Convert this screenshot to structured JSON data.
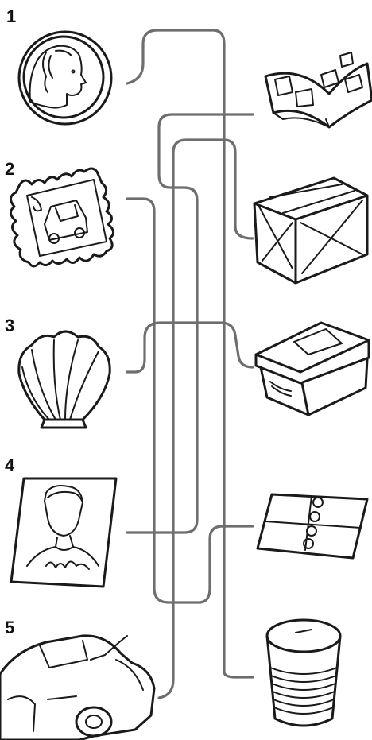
{
  "left_items": [
    {
      "number": "1",
      "icon": "coin-icon"
    },
    {
      "number": "2",
      "icon": "stamp-icon"
    },
    {
      "number": "3",
      "icon": "seashell-icon"
    },
    {
      "number": "4",
      "icon": "signed-photo-icon"
    },
    {
      "number": "5",
      "icon": "toy-car-icon"
    }
  ],
  "right_items": [
    {
      "icon": "photo-album-icon"
    },
    {
      "icon": "wooden-crate-icon"
    },
    {
      "icon": "storage-box-icon"
    },
    {
      "icon": "binder-folder-icon"
    },
    {
      "icon": "tin-can-bank-icon"
    }
  ],
  "colors": {
    "line": "#6e6e6e",
    "ink": "#1a1a1a"
  }
}
